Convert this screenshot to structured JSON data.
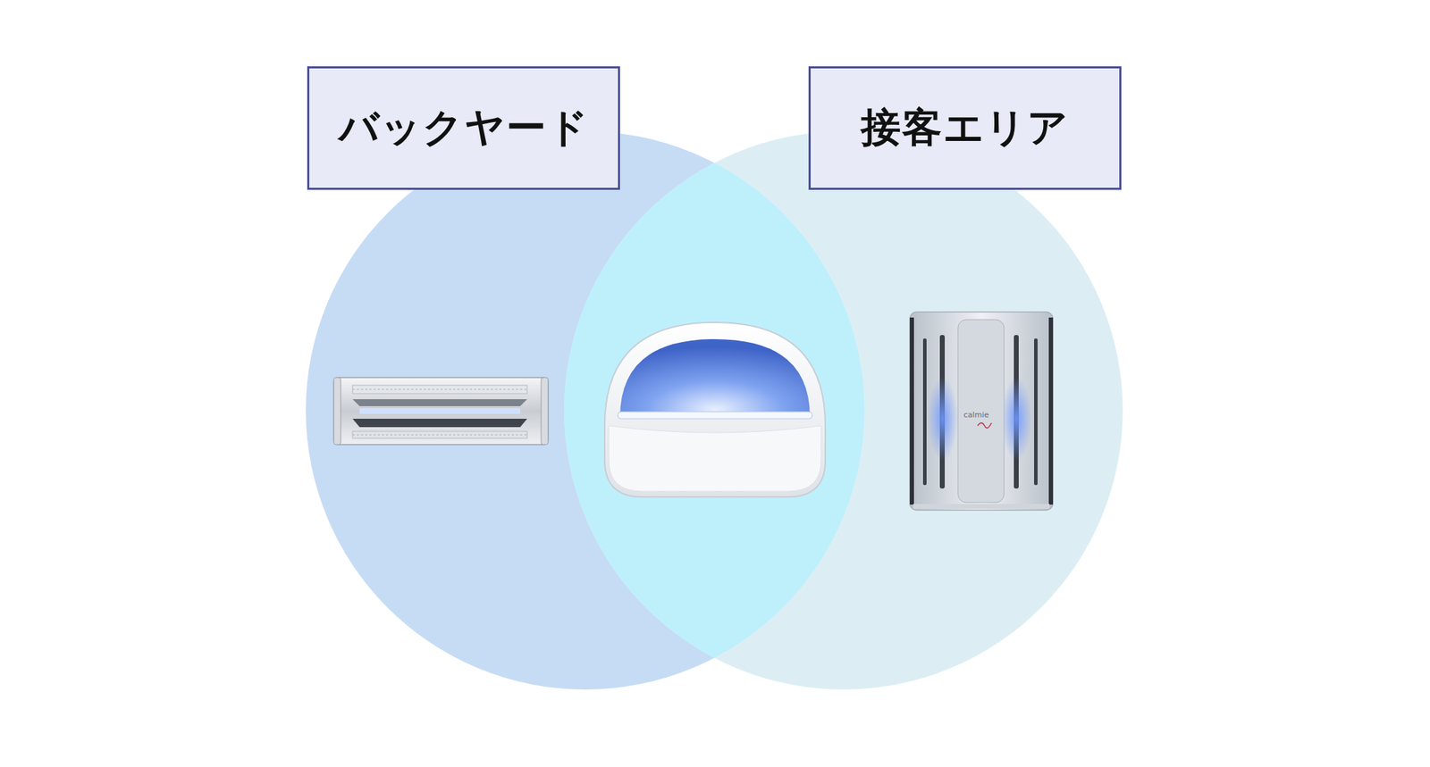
{
  "diagram": {
    "nodes": [
      {
        "text": [
          "バックヤード"
        ]
      },
      {
        "text": [
          "接客エリア"
        ]
      }
    ],
    "labels": [
      "calmie"
    ]
  }
}
